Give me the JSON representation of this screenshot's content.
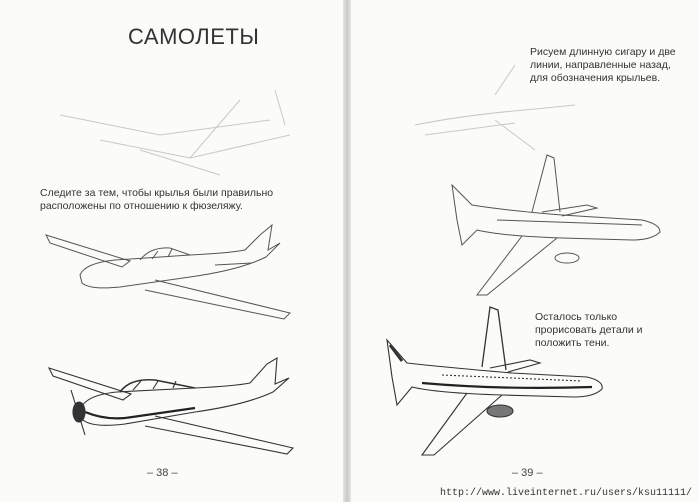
{
  "left_page": {
    "title": "САМОЛЕТЫ",
    "caption": "Следите за тем, чтобы крылья были правильно расположены по отношению к фюзеляжу.",
    "page_number": "– 38 –"
  },
  "right_page": {
    "caption_top": "Рисуем длинную сигару и две линии, направленные назад, для обозначения крыльев.",
    "caption_bottom": "Осталось только прорисовать детали и положить тени.",
    "page_number": "– 39 –"
  },
  "watermark": "http://www.liveinternet.ru/users/ksu11111/"
}
